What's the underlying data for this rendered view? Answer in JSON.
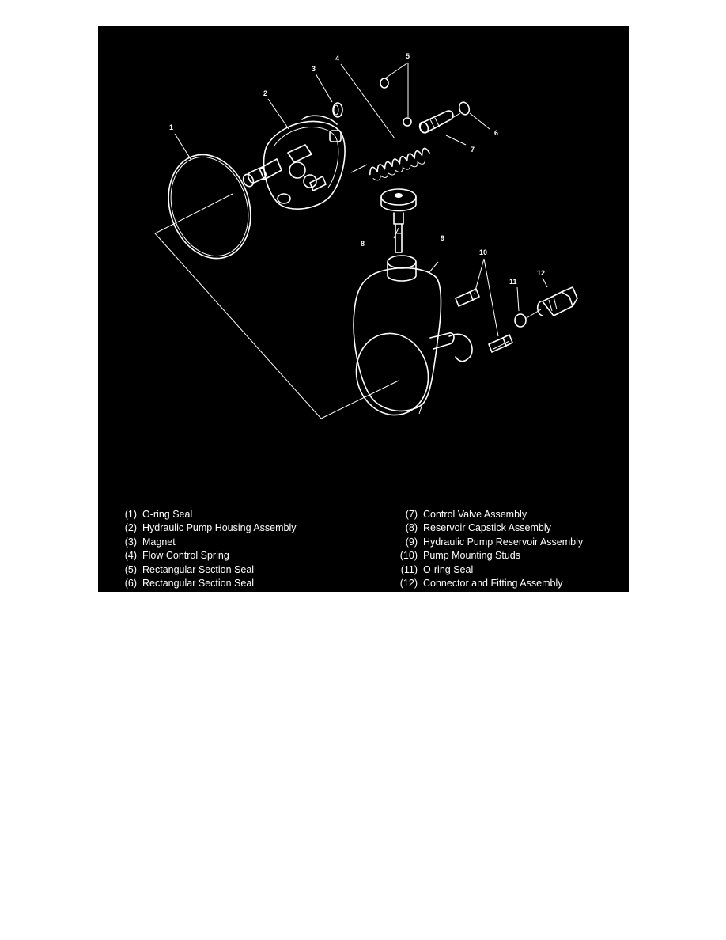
{
  "diagram": {
    "callouts": {
      "c1": "1",
      "c2": "2",
      "c3": "3",
      "c4": "4",
      "c5": "5",
      "c6": "6",
      "c7": "7",
      "c8": "8",
      "c9": "9",
      "c10": "10",
      "c11": "11",
      "c12": "12"
    }
  },
  "legend": {
    "left": [
      {
        "num": "(1)",
        "label": "O-ring Seal"
      },
      {
        "num": "(2)",
        "label": "Hydraulic Pump Housing Assembly"
      },
      {
        "num": "(3)",
        "label": "Magnet"
      },
      {
        "num": "(4)",
        "label": "Flow Control Spring"
      },
      {
        "num": "(5)",
        "label": "Rectangular Section Seal"
      },
      {
        "num": "(6)",
        "label": "Rectangular Section Seal"
      }
    ],
    "right": [
      {
        "num": "(7)",
        "label": "Control Valve Assembly"
      },
      {
        "num": "(8)",
        "label": "Reservoir Capstick Assembly"
      },
      {
        "num": "(9)",
        "label": "Hydraulic Pump Reservoir Assembly"
      },
      {
        "num": "(10)",
        "label": "Pump Mounting Studs"
      },
      {
        "num": "(11)",
        "label": "O-ring Seal"
      },
      {
        "num": "(12)",
        "label": "Connector and Fitting Assembly"
      }
    ]
  }
}
